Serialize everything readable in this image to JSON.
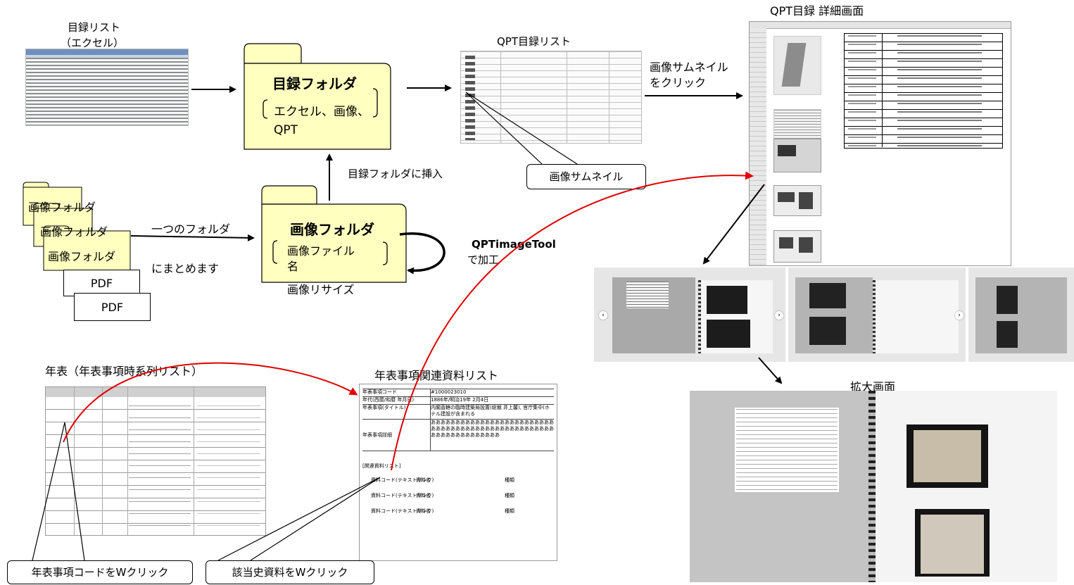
{
  "excel_list": {
    "title": "目録リスト",
    "sub": "（エクセル）"
  },
  "catalog_folder": {
    "title": "目録フォルダ",
    "content": "エクセル、画像、QPT"
  },
  "qpt_list": {
    "title": "QPT目録リスト",
    "callout": "画像サムネイル"
  },
  "thumb_click": {
    "line1": "画像サムネイル",
    "line2": "をクリック"
  },
  "qpt_detail": {
    "title": "QPT目録 詳細画面"
  },
  "insert_label": "目録フォルダに挿入",
  "image_folders": [
    "画像フォルダ",
    "画像フォルダ",
    "画像フォルダ"
  ],
  "pdf_boxes": [
    "PDF",
    "PDF"
  ],
  "merge": {
    "line1": "一つのフォルダ",
    "line2": "にまとめます"
  },
  "image_folder": {
    "title": "画像フォルダ",
    "content": "画像ファイル名",
    "resize": "画像リサイズ"
  },
  "qpt_tool": {
    "name": "QPTimageTool",
    "suffix": "で加工"
  },
  "timeline": {
    "title": "年表（年表事項時系列リスト）",
    "callout": "年表事項コードをWクリック"
  },
  "related": {
    "title": "年表事項関連資料リスト",
    "callout": "該当史資料をWクリック",
    "rows": [
      {
        "k": "年表事項コード",
        "v": "#1000023010"
      },
      {
        "k": "年代(西暦/和暦 年月日)",
        "v": "1886年/明治19年 2月4日"
      },
      {
        "k": "年表事項(タイトル)",
        "v": "内閣直轄の臨時建築局設置(総裁 井上馨), 官庁集中(ホテル建設が含まれる"
      },
      {
        "k": "年表事項詳細",
        "v": "ああああああああああああああああああああああああああああああああああああああああああああああああああああああああああああああああ"
      }
    ],
    "list_title": "[関連資料リスト]",
    "list_rows": [
      {
        "code": "資料コード(テキストリンク)",
        "name": "資料名",
        "kind": "種類"
      },
      {
        "code": "資料コード(テキストリンク)",
        "name": "資料名",
        "kind": "種類"
      },
      {
        "code": "資料コード(テキストリンク)",
        "name": "資料名",
        "kind": "種類"
      }
    ]
  },
  "zoom": {
    "title": "拡大画面"
  },
  "colors": {
    "folder": "#ffffc0",
    "accent": "#e00000"
  }
}
